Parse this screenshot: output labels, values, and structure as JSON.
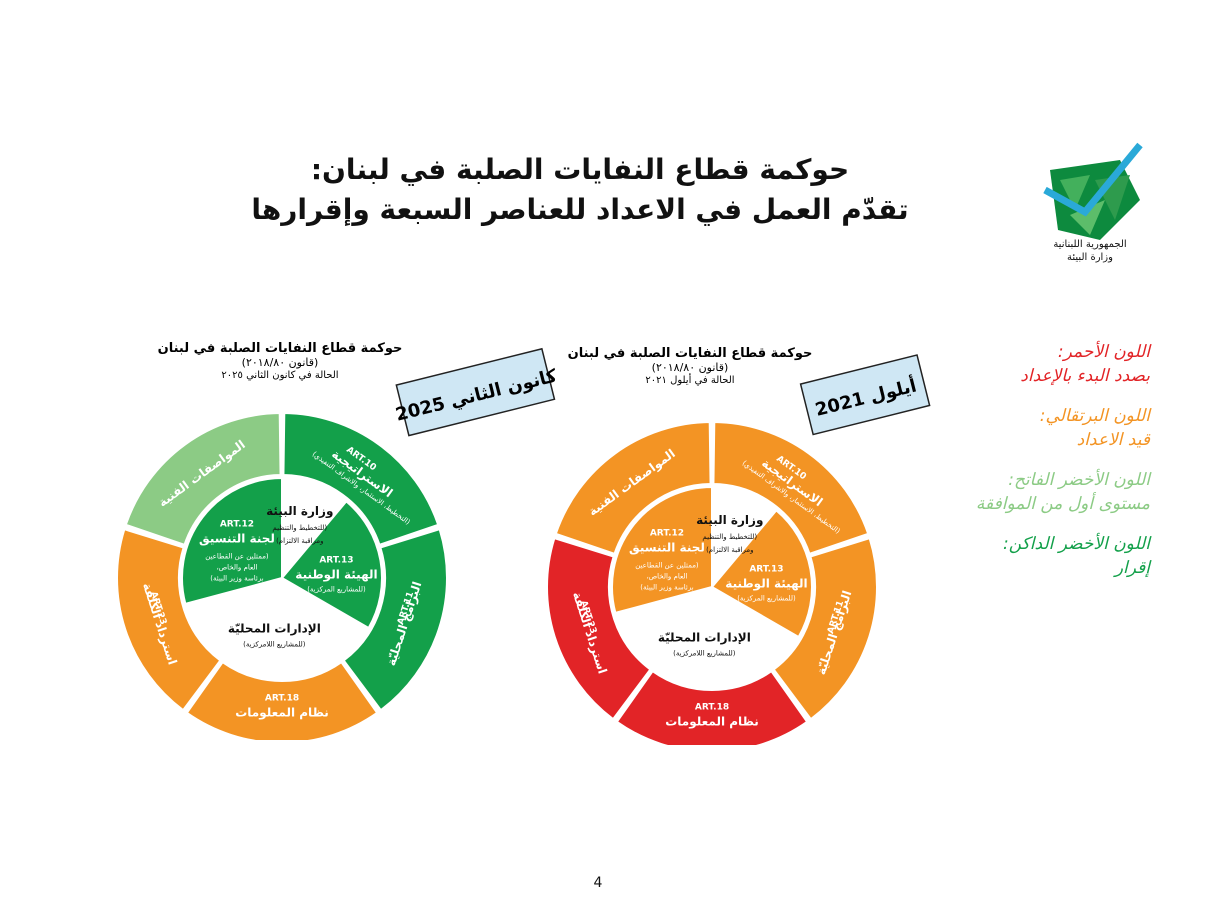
{
  "header": {
    "title_line1": "حوكمة قطاع النفايات الصلبة في لبنان:",
    "title_line2": "تقدّم العمل في الاعداد للعناصر السبعة وإقرارها"
  },
  "logo": {
    "line1": "الجمهورية اللبنانية",
    "line2": "وزارة البيئة"
  },
  "colors": {
    "red": "#e22427",
    "orange": "#f39424",
    "light_green": "#8ccb85",
    "dark_green": "#13a04a"
  },
  "diagrams": [
    {
      "id": "jan2025",
      "date_label": "كانون الثاني 2025",
      "heading": "حوكمة قطاع النفايات الصلبة في لبنان",
      "sub1": "(قانون ٢٠١٨/٨٠)",
      "sub2": "الحالة في كانون الثاني ٢٠٢٥",
      "outer_colors": [
        "dark_green",
        "dark_green",
        "orange",
        "orange",
        "light_green"
      ],
      "inner_colors": [
        "dark_green",
        "dark_green"
      ],
      "hub_color": "dark_green"
    },
    {
      "id": "sep2021",
      "date_label": "أيلول 2021",
      "heading": "حوكمة قطاع النفايات الصلبة في لبنان",
      "sub1": "(قانون ٢٠١٨/٨٠)",
      "sub2": "الحالة في أيلول ٢٠٢١",
      "outer_colors": [
        "orange",
        "orange",
        "red",
        "red",
        "orange"
      ],
      "inner_colors": [
        "orange",
        "orange"
      ],
      "hub_color": "orange"
    }
  ],
  "segments": {
    "strategy": {
      "art": "ART.10",
      "name": "الاستراتيجية",
      "note": "(التخطيط، الاستثمار، والاشراف التنفيذي)"
    },
    "local_programs": {
      "art": "ART.11",
      "name": "البرامج المحليّة"
    },
    "info_system": {
      "art": "ART.18",
      "name": "نظام المعلومات"
    },
    "cost_recovery": {
      "art": "ART.23",
      "name": "استرداد الكلفة"
    },
    "tech_specs": {
      "name": "المواصفات الفنية"
    },
    "coordination": {
      "art": "ART.12",
      "name": "لجنة التنسيق",
      "note1": "(ممثلين عن القطاعين",
      "note2": "العام والخاص،",
      "note3": "برئاسة وزير البيئة)"
    },
    "national_body": {
      "art": "ART.13",
      "name": "الهيئة الوطنية",
      "note": "(للمشاريع المركزية)"
    },
    "ministry": {
      "name": "وزارة البيئة",
      "note1": "(للتخطيط والتنظيم",
      "note2": "ومراقبة الالتزام)"
    },
    "local_admin": {
      "name": "الإدارات المحليّة",
      "note": "(للمشاريع اللامركزية)"
    }
  },
  "legend": [
    {
      "head": "اللون الأحمر:",
      "desc": "بصدد البدء بالإعداد",
      "color": "#e22427"
    },
    {
      "head": "اللون البرتقالي:",
      "desc": "قيد الاعداد",
      "color": "#f39424"
    },
    {
      "head": "اللون الأخضر الفاتح:",
      "desc": "مستوى أول من الموافقة",
      "color": "#8ccb85"
    },
    {
      "head": "اللون الأخضر الداكن:",
      "desc": "إقرار",
      "color": "#13a04a"
    }
  ],
  "page_number": "4"
}
